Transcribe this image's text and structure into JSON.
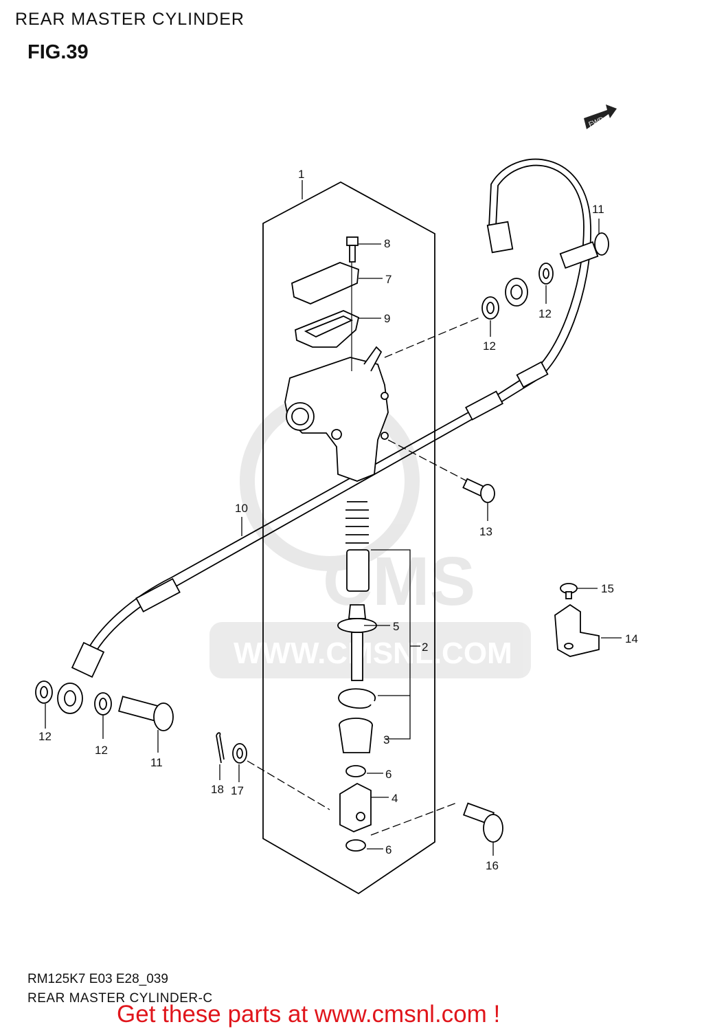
{
  "header": {
    "title": "REAR MASTER CYLINDER",
    "figure": "FIG.39"
  },
  "footer": {
    "model_code": "RM125K7 E03 E28_039",
    "caption": "REAR MASTER CYLINDER-C"
  },
  "promo": {
    "text": "Get these parts at www.cmsnl.com !",
    "color": "#e0151b"
  },
  "watermark": {
    "logo": "CMS",
    "url": "WWW.CMSNL.COM"
  },
  "direction": {
    "label": "FWD"
  },
  "callouts": [
    {
      "id": "c1",
      "text": "1"
    },
    {
      "id": "c2",
      "text": "2"
    },
    {
      "id": "c3",
      "text": "3"
    },
    {
      "id": "c4",
      "text": "4"
    },
    {
      "id": "c5",
      "text": "5"
    },
    {
      "id": "c6a",
      "text": "6"
    },
    {
      "id": "c6b",
      "text": "6"
    },
    {
      "id": "c7",
      "text": "7"
    },
    {
      "id": "c8",
      "text": "8"
    },
    {
      "id": "c9",
      "text": "9"
    },
    {
      "id": "c10",
      "text": "10"
    },
    {
      "id": "c11a",
      "text": "11"
    },
    {
      "id": "c11b",
      "text": "11"
    },
    {
      "id": "c12a",
      "text": "12"
    },
    {
      "id": "c12b",
      "text": "12"
    },
    {
      "id": "c12c",
      "text": "12"
    },
    {
      "id": "c12d",
      "text": "12"
    },
    {
      "id": "c13",
      "text": "13"
    },
    {
      "id": "c14",
      "text": "14"
    },
    {
      "id": "c15",
      "text": "15"
    },
    {
      "id": "c16",
      "text": "16"
    },
    {
      "id": "c17",
      "text": "17"
    },
    {
      "id": "c18",
      "text": "18"
    }
  ]
}
